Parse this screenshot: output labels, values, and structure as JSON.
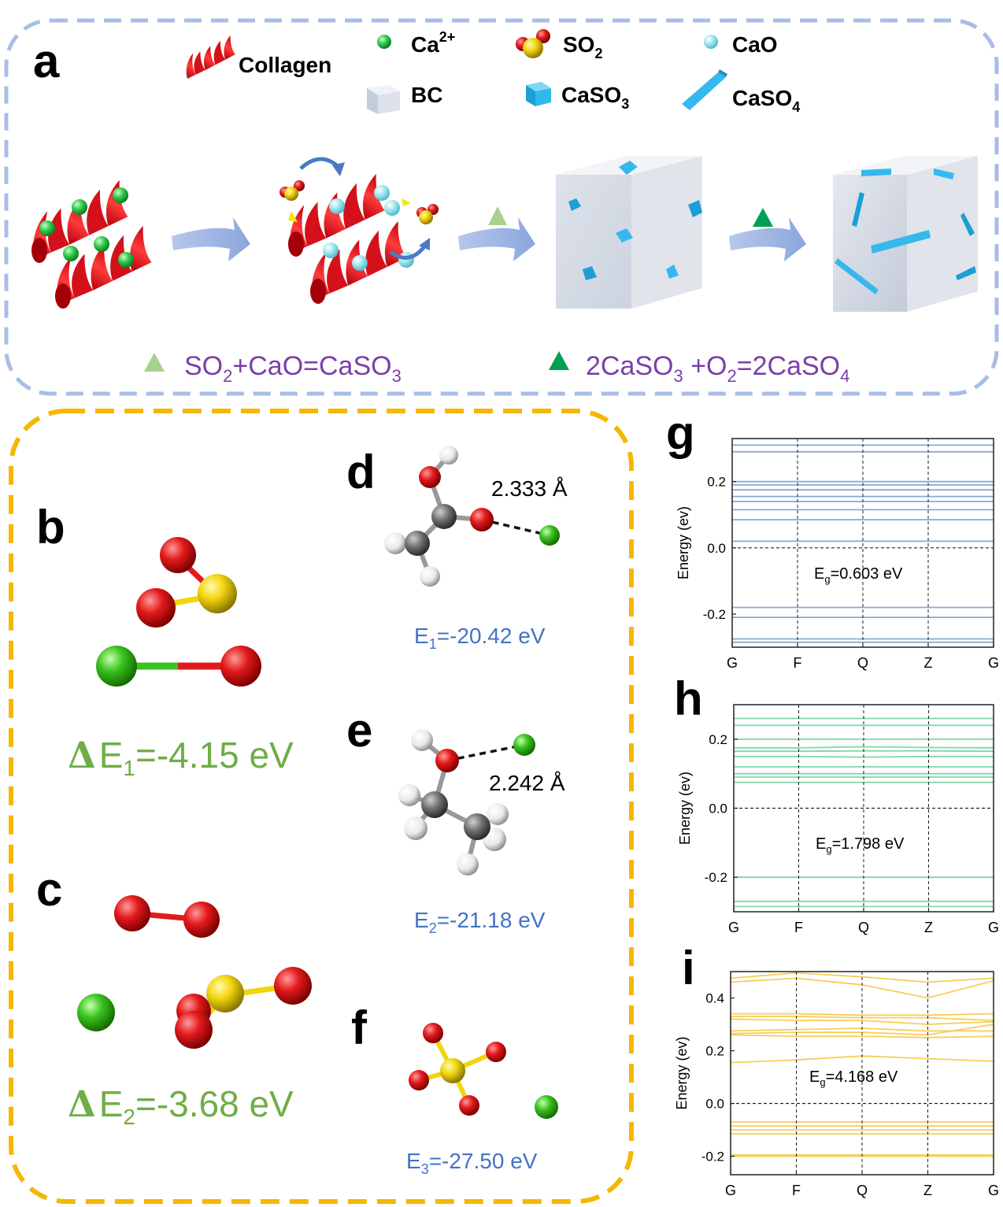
{
  "panel_a": {
    "letter": "a",
    "legend": {
      "collagen": "Collagen",
      "ca_ion": "Ca",
      "ca_ion_sup": "2+",
      "so2": "SO",
      "so2_sub": "2",
      "cao": "CaO",
      "bc": "BC",
      "caso3": "CaSO",
      "caso3_sub": "3",
      "caso4": "CaSO",
      "caso4_sub": "4"
    },
    "eq1": {
      "a": "SO",
      "a_sub": "2",
      "b": "+CaO=CaSO",
      "b_sub": "3"
    },
    "eq2": {
      "a": "2CaSO",
      "a_sub": "3",
      "b": " +O",
      "b_sub": "2",
      "c": "=2CaSO",
      "c_sub": "4"
    }
  },
  "panel_b": {
    "letter": "b",
    "energy": {
      "delta": "Δ",
      "e": "E",
      "sub": "1",
      "val": "=-4.15 eV"
    }
  },
  "panel_c": {
    "letter": "c",
    "energy": {
      "delta": "Δ",
      "e": "E",
      "sub": "2",
      "val": "=-3.68 eV"
    }
  },
  "panel_d": {
    "letter": "d",
    "distance": "2.333 Å",
    "energy": {
      "e": "E",
      "sub": "1",
      "val": "=-20.42 eV"
    }
  },
  "panel_e": {
    "letter": "e",
    "distance": "2.242 Å",
    "energy": {
      "e": "E",
      "sub": "2",
      "val": "=-21.18 eV"
    }
  },
  "panel_f": {
    "letter": "f",
    "energy": {
      "e": "E",
      "sub": "3",
      "val": "=-27.50 eV"
    }
  },
  "colors": {
    "oxygen": "#e31a1c",
    "sulfur": "#f2d50f",
    "calcium": "#3ac21e",
    "carbon": "#6e6e6e",
    "hydrogen": "#f2f2f2",
    "collagen": "#e0141b",
    "blue_band": "#8aa8d6",
    "green_band": "#7fd8a6",
    "yellow_band": "#f7cc5a",
    "panel_a_border": "#a8bde6",
    "panel_bf_border": "#f5b700",
    "equation_text": "#7b3fa8"
  },
  "chart_data": [
    {
      "letter": "g",
      "type": "line",
      "ylabel": "Energy (ev)",
      "x_ticks": [
        "G",
        "F",
        "Q",
        "Z",
        "G"
      ],
      "y_ticks": [
        "0.2",
        "0.0",
        "-0.2"
      ],
      "ylim": [
        -0.3,
        0.33
      ],
      "fermi_level": 0.0,
      "band_gap_label": {
        "e": "E",
        "sub": "g",
        "val": "=0.603 eV"
      },
      "series": [
        {
          "values": [
            0.31,
            0.31,
            0.31,
            0.31,
            0.31
          ]
        },
        {
          "values": [
            0.29,
            0.29,
            0.29,
            0.29,
            0.29
          ]
        },
        {
          "values": [
            0.2,
            0.2,
            0.2,
            0.2,
            0.2
          ]
        },
        {
          "values": [
            0.19,
            0.19,
            0.19,
            0.19,
            0.19
          ]
        },
        {
          "values": [
            0.175,
            0.175,
            0.175,
            0.175,
            0.175
          ]
        },
        {
          "values": [
            0.155,
            0.155,
            0.155,
            0.155,
            0.155
          ]
        },
        {
          "values": [
            0.14,
            0.14,
            0.14,
            0.14,
            0.14
          ]
        },
        {
          "values": [
            0.115,
            0.115,
            0.115,
            0.115,
            0.115
          ]
        },
        {
          "values": [
            0.085,
            0.085,
            0.085,
            0.085,
            0.085
          ]
        },
        {
          "values": [
            0.02,
            0.02,
            0.02,
            0.02,
            0.02
          ]
        },
        {
          "values": [
            -0.18,
            -0.18,
            -0.18,
            -0.18,
            -0.18
          ]
        },
        {
          "values": [
            -0.21,
            -0.21,
            -0.21,
            -0.21,
            -0.21
          ]
        },
        {
          "values": [
            -0.275,
            -0.275,
            -0.275,
            -0.275,
            -0.275
          ]
        },
        {
          "values": [
            -0.285,
            -0.285,
            -0.285,
            -0.285,
            -0.285
          ]
        }
      ]
    },
    {
      "letter": "h",
      "type": "line",
      "ylabel": "Energy (ev)",
      "x_ticks": [
        "G",
        "F",
        "Q",
        "Z",
        "G"
      ],
      "y_ticks": [
        "0.2",
        "0.0",
        "-0.2"
      ],
      "ylim": [
        -0.3,
        0.3
      ],
      "fermi_level": 0.0,
      "band_gap_label": {
        "e": "E",
        "sub": "g",
        "val": "=1.798 eV"
      },
      "series": [
        {
          "values": [
            0.26,
            0.26,
            0.26,
            0.26,
            0.26
          ]
        },
        {
          "values": [
            0.24,
            0.24,
            0.24,
            0.24,
            0.24
          ]
        },
        {
          "values": [
            0.2,
            0.2,
            0.2,
            0.2,
            0.2
          ]
        },
        {
          "values": [
            0.175,
            0.175,
            0.178,
            0.176,
            0.175
          ]
        },
        {
          "values": [
            0.165,
            0.165,
            0.166,
            0.166,
            0.165
          ]
        },
        {
          "values": [
            0.15,
            0.15,
            0.148,
            0.15,
            0.15
          ]
        },
        {
          "values": [
            0.12,
            0.12,
            0.12,
            0.12,
            0.12
          ]
        },
        {
          "values": [
            0.1,
            0.1,
            0.1,
            0.1,
            0.1
          ]
        },
        {
          "values": [
            0.09,
            0.09,
            0.09,
            0.09,
            0.09
          ]
        },
        {
          "values": [
            0.075,
            0.075,
            0.075,
            0.075,
            0.075
          ]
        },
        {
          "values": [
            -0.2,
            -0.2,
            -0.2,
            -0.2,
            -0.2
          ]
        },
        {
          "values": [
            -0.27,
            -0.27,
            -0.27,
            -0.27,
            -0.27
          ]
        },
        {
          "values": [
            -0.285,
            -0.285,
            -0.285,
            -0.285,
            -0.285
          ]
        }
      ]
    },
    {
      "letter": "i",
      "type": "line",
      "ylabel": "Energy (ev)",
      "x_ticks": [
        "G",
        "F",
        "Q",
        "Z",
        "G"
      ],
      "y_ticks": [
        "0.4",
        "0.2",
        "0.0",
        "-0.2"
      ],
      "ylim": [
        -0.27,
        0.5
      ],
      "fermi_level": 0.0,
      "band_gap_label": {
        "e": "E",
        "sub": "g",
        "val": "=4.168 eV"
      },
      "series": [
        {
          "values": [
            0.475,
            0.495,
            0.48,
            0.46,
            0.475
          ]
        },
        {
          "values": [
            0.46,
            0.475,
            0.45,
            0.4,
            0.465
          ]
        },
        {
          "values": [
            0.34,
            0.34,
            0.335,
            0.335,
            0.34
          ]
        },
        {
          "values": [
            0.33,
            0.33,
            0.325,
            0.325,
            0.315
          ]
        },
        {
          "values": [
            0.32,
            0.315,
            0.315,
            0.3,
            0.31
          ]
        },
        {
          "values": [
            0.275,
            0.28,
            0.285,
            0.275,
            0.275
          ]
        },
        {
          "values": [
            0.265,
            0.27,
            0.27,
            0.26,
            0.3
          ]
        },
        {
          "values": [
            0.26,
            0.255,
            0.255,
            0.25,
            0.255
          ]
        },
        {
          "values": [
            0.155,
            0.165,
            0.18,
            0.17,
            0.16
          ]
        },
        {
          "values": [
            -0.07,
            -0.07,
            -0.07,
            -0.07,
            -0.07
          ]
        },
        {
          "values": [
            -0.085,
            -0.085,
            -0.085,
            -0.085,
            -0.085
          ]
        },
        {
          "values": [
            -0.1,
            -0.1,
            -0.1,
            -0.1,
            -0.1
          ]
        },
        {
          "values": [
            -0.115,
            -0.115,
            -0.115,
            -0.115,
            -0.115
          ]
        },
        {
          "values": [
            -0.195,
            -0.195,
            -0.195,
            -0.195,
            -0.195
          ]
        },
        {
          "values": [
            -0.2,
            -0.2,
            -0.2,
            -0.2,
            -0.2
          ]
        }
      ]
    }
  ]
}
